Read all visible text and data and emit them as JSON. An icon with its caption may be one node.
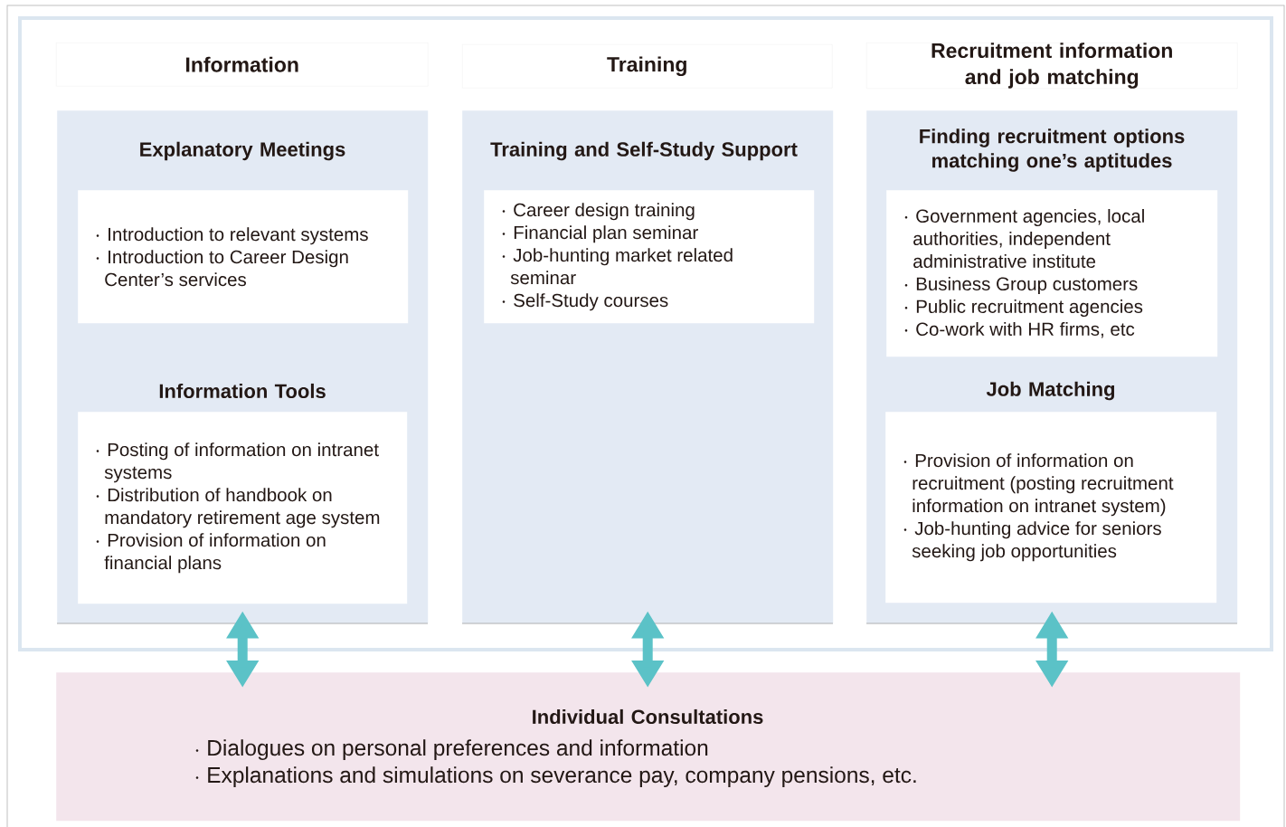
{
  "diagram": {
    "nodes": [
      {
        "text": [
          "Information"
        ]
      },
      {
        "text": [
          "Explanatory Meetings",
          "Information Tools"
        ]
      },
      {
        "text": [
          "Introduction to relevant systems",
          "Introduction to Career Design Center’s services"
        ],
        "in": 1
      },
      {
        "text": [
          "Posting of information on intranet systems",
          "Distribution of handbook on mandatory retirement age system",
          "Provision of information on financial plans"
        ],
        "in": 1
      },
      {
        "text": [
          "Training"
        ]
      },
      {
        "text": [
          "Training and Self-Study Support"
        ]
      },
      {
        "text": [
          "Career design training",
          "Financial plan seminar",
          "Job-hunting market related seminar",
          "Self-Study courses"
        ],
        "in": 5
      },
      {
        "text": [
          "Recruitment information and job matching"
        ]
      },
      {
        "text": [
          "Finding recruitment options matching one’s aptitudes",
          "Job Matching"
        ]
      },
      {
        "text": [
          "Government agencies, local authorities, independent administrative institute",
          "Business Group customers",
          "Public recruitment agencies",
          "Co-work with HR firms, etc"
        ],
        "in": 8
      },
      {
        "text": [
          "Provision of information on recruitment (posting recruitment information on intranet system)",
          "Job-hunting advice for seniors seeking job opportunities"
        ],
        "in": 8
      },
      {
        "text": [
          "Individual Consultations",
          "Dialogues on personal preferences and information",
          "Explanations and simulations on severance pay, company pensions, etc."
        ]
      }
    ],
    "edges": [
      {
        "from": 1,
        "to": 11,
        "arrow": "both"
      },
      {
        "from": 5,
        "to": 11,
        "arrow": "both"
      },
      {
        "from": 8,
        "to": 11,
        "arrow": "both"
      }
    ]
  }
}
